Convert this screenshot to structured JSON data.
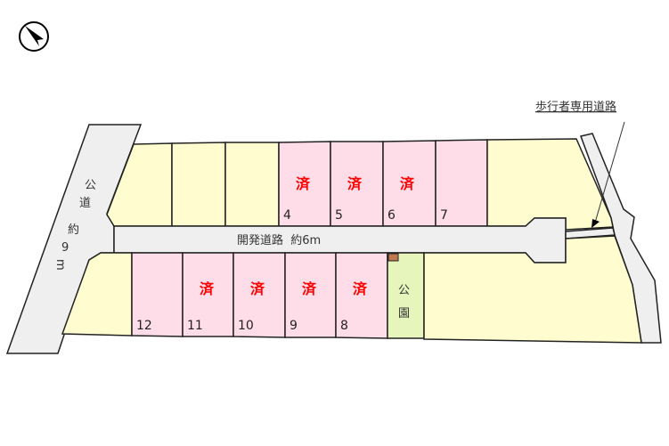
{
  "title_labels": {
    "public_road": [
      "公",
      "道",
      "約",
      "9",
      "m"
    ],
    "dev_road": "開発道路  約6m",
    "pedestrian_road": "歩行者専用道路",
    "park": [
      "公",
      "園"
    ]
  },
  "sold_label": "済",
  "colors": {
    "available": "#fffccf",
    "lot": "#ffdde8",
    "park": "#e6f5bc",
    "road": "#efefef",
    "sold_text": "#ff0000"
  },
  "lots_top": [
    {
      "number": "",
      "sold": false
    },
    {
      "number": "",
      "sold": false
    },
    {
      "number": "",
      "sold": false
    },
    {
      "number": "4",
      "sold": true
    },
    {
      "number": "5",
      "sold": true
    },
    {
      "number": "6",
      "sold": true
    },
    {
      "number": "7",
      "sold": false
    }
  ],
  "lots_bottom": [
    {
      "number": "12",
      "sold": false
    },
    {
      "number": "11",
      "sold": true
    },
    {
      "number": "10",
      "sold": true
    },
    {
      "number": "9",
      "sold": true
    },
    {
      "number": "8",
      "sold": true
    }
  ],
  "compass_icon": "north-arrow-icon"
}
